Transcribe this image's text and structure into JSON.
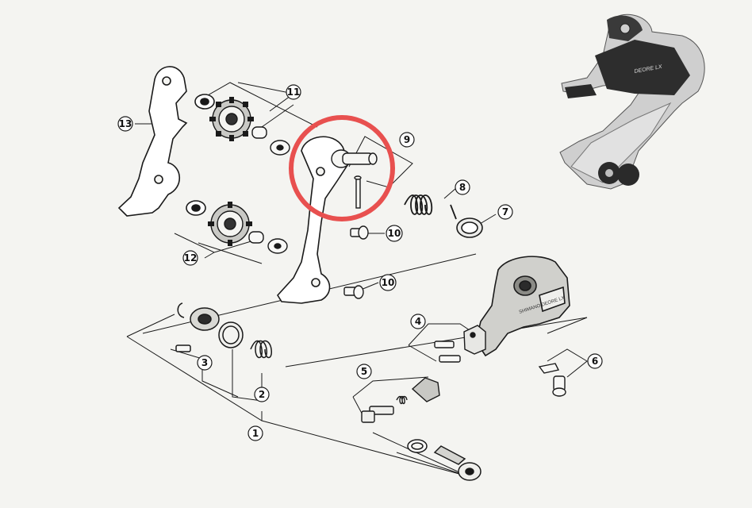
{
  "diagram": {
    "part_numbers": [
      "1",
      "2",
      "3",
      "4",
      "5",
      "6",
      "7",
      "8",
      "9",
      "10",
      "10",
      "11",
      "12",
      "13"
    ],
    "brand_label": "SHIMANO DEORE LX",
    "photo_brand_label": "DEORE LX",
    "highlight_color": "#e8504f",
    "ink_color": "#1a1a1a"
  }
}
